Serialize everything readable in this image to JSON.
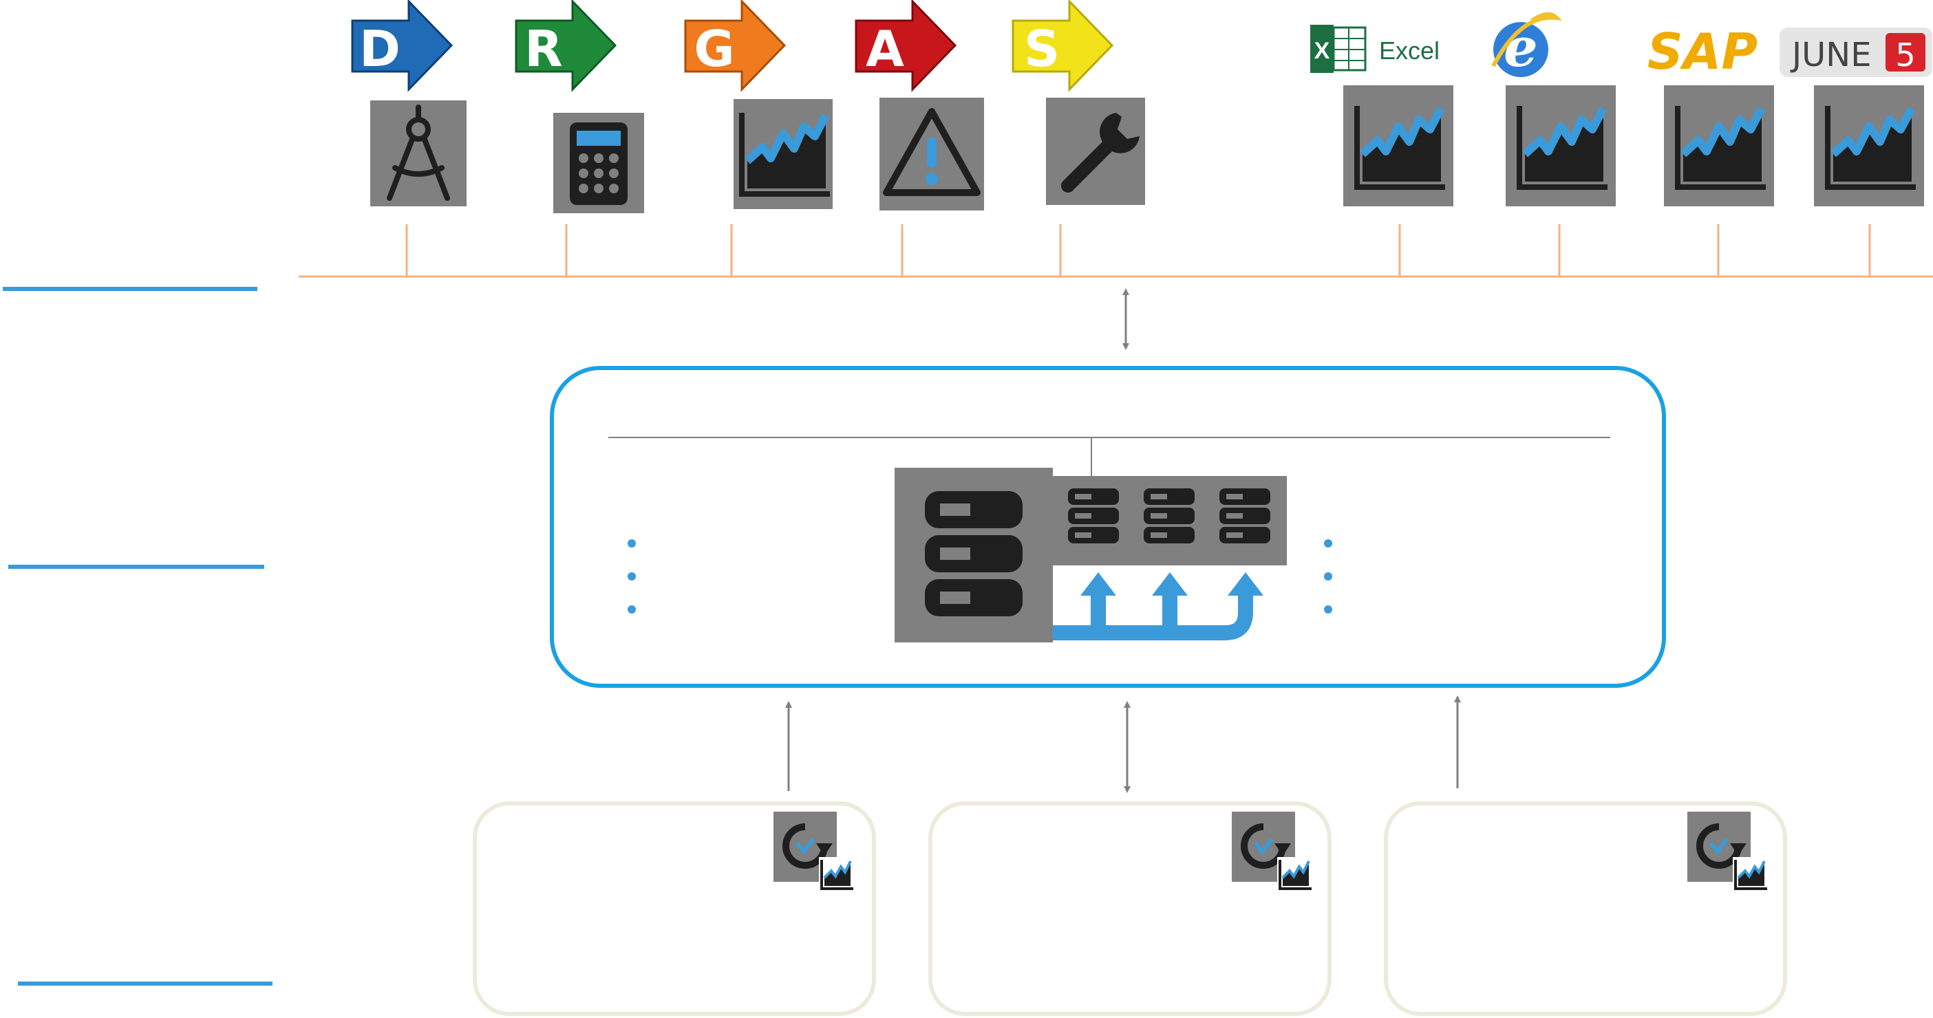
{
  "colors": {
    "accent_blue": "#1ba1e2",
    "icon_blue": "#3b9ad9",
    "tile_gray": "#808080",
    "icon_dark": "#1f1f1f",
    "bus_orange": "#f4b183",
    "connector_gray": "#808080",
    "card_border": "#eeeadb",
    "level_line": "#3b9ad9"
  },
  "badges": [
    {
      "letter": "D",
      "color": "#1f6bb5",
      "icon": "compass-icon"
    },
    {
      "letter": "R",
      "color": "#1f8a3a",
      "icon": "calculator-icon"
    },
    {
      "letter": "G",
      "color": "#f07a1e",
      "icon": "trend-chart-icon"
    },
    {
      "letter": "A",
      "color": "#c8161d",
      "icon": "warning-icon"
    },
    {
      "letter": "S",
      "color": "#f2e21a",
      "icon": "wrench-icon"
    }
  ],
  "clients": [
    {
      "name": "excel",
      "label": "Excel",
      "icon": "trend-chart-icon"
    },
    {
      "name": "internet-explorer",
      "label": "",
      "icon": "trend-chart-icon"
    },
    {
      "name": "sap",
      "label": "SAP",
      "icon": "trend-chart-icon"
    },
    {
      "name": "june5",
      "label": "JUNE",
      "label_number": "5",
      "icon": "trend-chart-icon"
    }
  ],
  "server": {
    "icons": [
      "main-server-icon",
      "replica-server-icon",
      "replica-server-icon",
      "replica-server-icon"
    ]
  },
  "collectors": [
    {
      "icon": "collector-clock-icon",
      "arrow": "up"
    },
    {
      "icon": "collector-clock-icon",
      "arrow": "both"
    },
    {
      "icon": "collector-clock-icon",
      "arrow": "up"
    }
  ]
}
